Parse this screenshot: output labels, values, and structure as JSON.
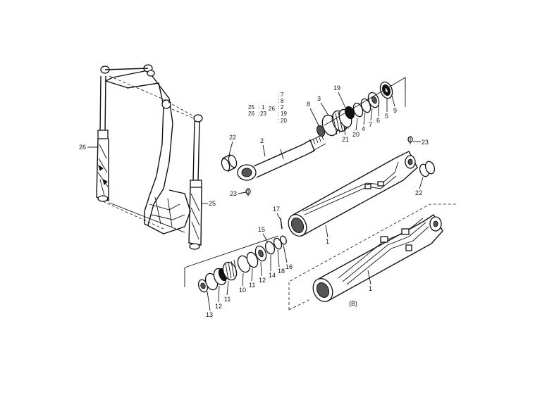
{
  "callouts": {
    "n1a": "1",
    "n1b": "1",
    "n2": "2",
    "n3": "3",
    "n4": "4",
    "n5": "5",
    "n6": "6",
    "n7": "7",
    "n8": "8",
    "n9": "9",
    "n10": "10",
    "n11": "11",
    "n12a": "12",
    "n12b": "12",
    "n11b": "11",
    "n13": "13",
    "n14": "14",
    "n15": "15",
    "n16": "16",
    "n17": "17",
    "n18": "18",
    "n19": "19",
    "n20": "20",
    "n21": "21",
    "n22a": "22",
    "n22b": "22",
    "n23a": "23",
    "n23b": "23",
    "n25": "25",
    "n26": "26"
  },
  "legend": {
    "r1a": "25",
    "r1b": "1",
    "r2a": "26",
    "r2b": "23",
    "c1": "7",
    "c2": "8",
    "c3": "26",
    "c4": "2",
    "c5": "19",
    "c6": "20"
  },
  "variant_label": "(B)"
}
